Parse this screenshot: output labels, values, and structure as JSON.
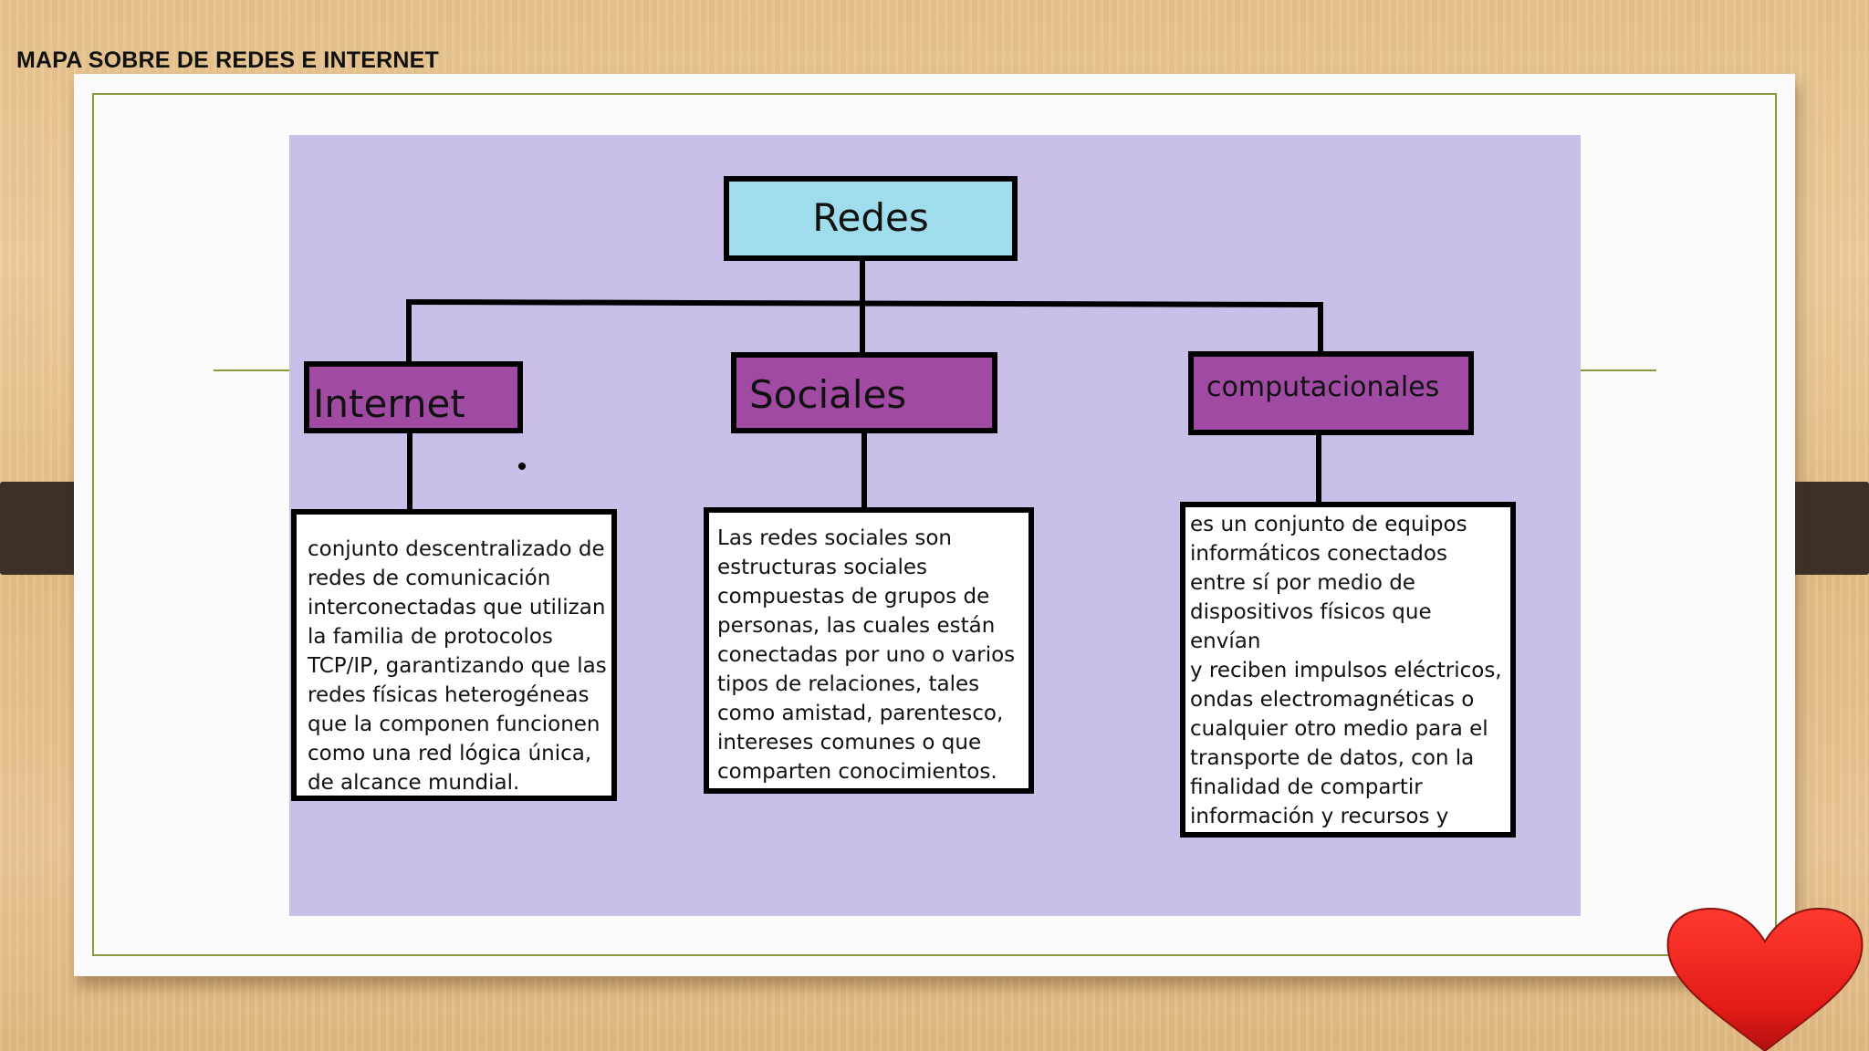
{
  "page": {
    "title": "MAPA SOBRE DE REDES E INTERNET"
  },
  "colors": {
    "canvas": "#c9bfe8",
    "root_node": "#9fdcec",
    "child_node": "#a04aa4",
    "frame_line": "#8a9a3a",
    "heart": "#e8211d"
  },
  "diagram": {
    "root": {
      "label": "Redes"
    },
    "children": [
      {
        "label": "Internet",
        "description": "conjunto descentralizado de\nredes de comunicación\ninterconectadas que utilizan\nla familia de protocolos\nTCP/IP, garantizando que las\nredes físicas heterogéneas\nque la componen funcionen\ncomo una red lógica única,\nde alcance mundial."
      },
      {
        "label": "Sociales",
        "description": "Las redes sociales son\nestructuras sociales\ncompuestas de grupos de\npersonas, las cuales están\nconectadas por uno o varios\ntipos de relaciones, tales\ncomo amistad, parentesco,\nintereses comunes o que\ncomparten conocimientos."
      },
      {
        "label": "computacionales",
        "description": "es un conjunto de equipos\ninformáticos conectados\nentre sí por medio de\ndispositivos físicos que envían\ny reciben impulsos eléctricos,\nondas electromagnéticas o\ncualquier otro medio para el\ntransporte de datos, con la\nfinalidad de compartir\ninformación y recursos y\nofrecer servicios."
      }
    ]
  }
}
